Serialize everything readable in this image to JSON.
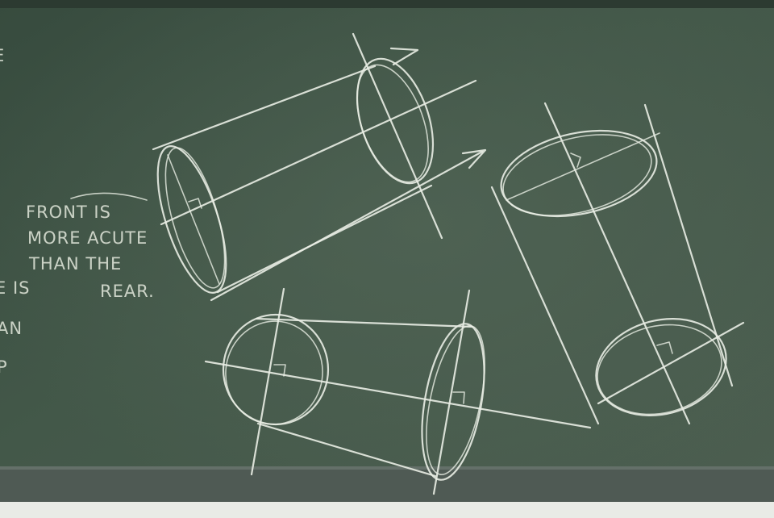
{
  "board_notes": {
    "line1": "FRONT IS",
    "line2": "MORE ACUTE",
    "line3": "THAN THE",
    "line4": "REAR.",
    "left_fragment1": "E IS",
    "left_fragment2": "AN",
    "left_fragment3": "P",
    "left_fragment4": "E"
  },
  "colors": {
    "chalkboard": "#3f5446",
    "chalk": "#e9ede4",
    "tray": "#4f5a54",
    "wall": "#e9ebe6"
  }
}
